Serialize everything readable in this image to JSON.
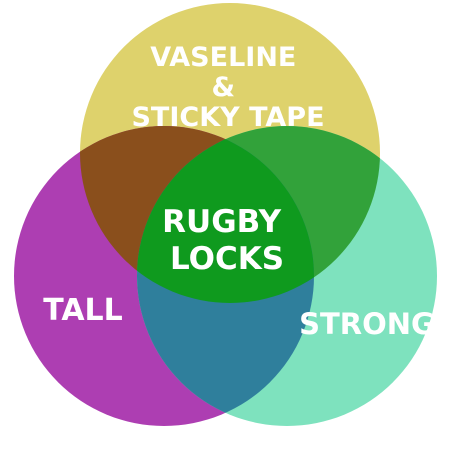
{
  "venn": {
    "sets": [
      {
        "id": "top",
        "label_lines": [
          "VASELINE",
          "&",
          "STICKY TAPE"
        ],
        "color": "#DED26C"
      },
      {
        "id": "left",
        "label_lines": [
          "TALL"
        ],
        "color": "#AD3EB2"
      },
      {
        "id": "right",
        "label_lines": [
          "STRONG"
        ],
        "color": "#7EE2BE"
      }
    ],
    "overlaps": {
      "top_left": "#8A4F1C",
      "top_right": "#32A23A",
      "left_right": "#2F7F9C",
      "center": "#0F9A1E"
    },
    "center_label_lines": [
      "RUGBY",
      "LOCKS"
    ]
  }
}
